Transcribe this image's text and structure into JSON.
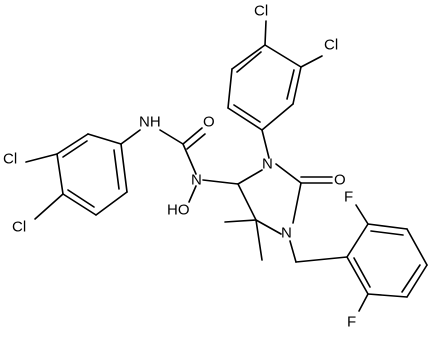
{
  "molecule": {
    "atom_labels": {
      "cl_left_top": "Cl",
      "cl_left_bottom": "Cl",
      "cl_top_1": "Cl",
      "cl_top_2": "Cl",
      "nh": "NH",
      "o_carbonyl_urea": "O",
      "n_hydroxy": "N",
      "oh": "HO",
      "n1_ring": "N",
      "o_ring_carbonyl": "O",
      "n3_ring": "N",
      "f_top": "F",
      "f_bottom": "F"
    },
    "colors": {
      "bond": "#000000",
      "label": "#000000",
      "background": "#ffffff"
    }
  }
}
